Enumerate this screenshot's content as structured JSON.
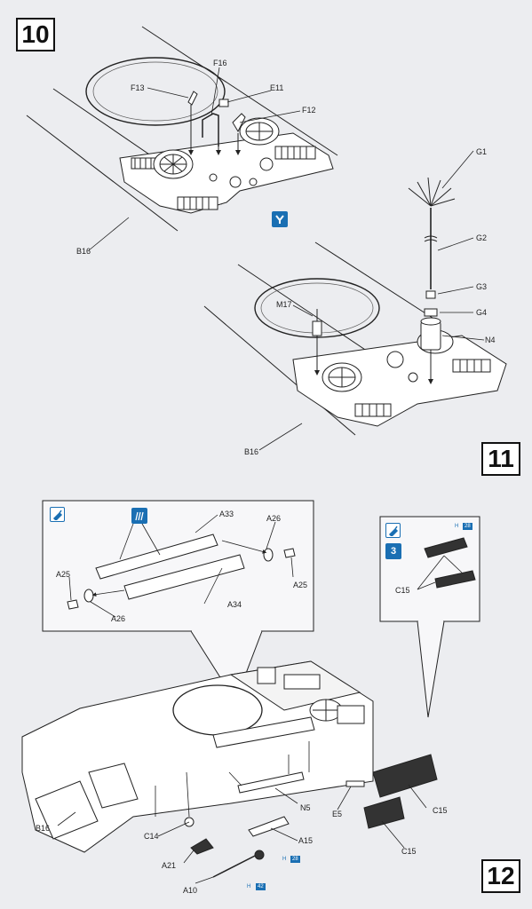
{
  "steps": {
    "s10": "10",
    "s11": "11",
    "s12": "12"
  },
  "step10_labels": {
    "f16": "F16",
    "f13": "F13",
    "e11": "E11",
    "f12": "F12",
    "b16": "B16"
  },
  "step11_labels": {
    "g1": "G1",
    "g2": "G2",
    "g3": "G3",
    "g4": "G4",
    "m17": "M17",
    "n4": "N4",
    "b16": "B16"
  },
  "step12_inset_labels": {
    "a33": "A33",
    "a26_top": "A26",
    "a25_left": "A25",
    "a25_right": "A25",
    "a26_bottom": "A26",
    "a34": "A34"
  },
  "step12_right_inset": {
    "x3": "3",
    "c15": "C15",
    "chip_num": "H",
    "chip_code": "28"
  },
  "step12_labels": {
    "b16": "B16",
    "c14": "C14",
    "a21": "A21",
    "a10": "A10",
    "a15": "A15",
    "n5": "N5",
    "e5": "E5",
    "c15_right": "C15",
    "c15_bottom": "C15",
    "chip_h": "H",
    "chip_h_code": "28",
    "chip_a10": "H",
    "chip_a10_code": "42"
  },
  "icons": {
    "glue": "glue-bottle-icon",
    "cement": "cement-brush-icon",
    "x3": "times-three-icon",
    "y": "y-marker-icon"
  }
}
